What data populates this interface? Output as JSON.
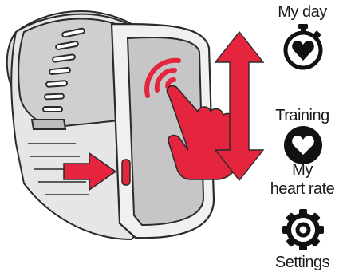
{
  "menu": {
    "items": [
      {
        "label": "My day",
        "icon": "stopwatch-heart-icon"
      },
      {
        "label": "Training",
        "icon": "heart-icon"
      },
      {
        "label_line1": "My",
        "label_line2": "heart rate",
        "icon": "gear-icon"
      },
      {
        "label": "Settings"
      }
    ]
  },
  "colors": {
    "accent": "#e5253e",
    "outline": "#2a2a2a",
    "band": "#d9d9d9",
    "screen": "#c6c6c6",
    "icon_fill": "#111111"
  }
}
